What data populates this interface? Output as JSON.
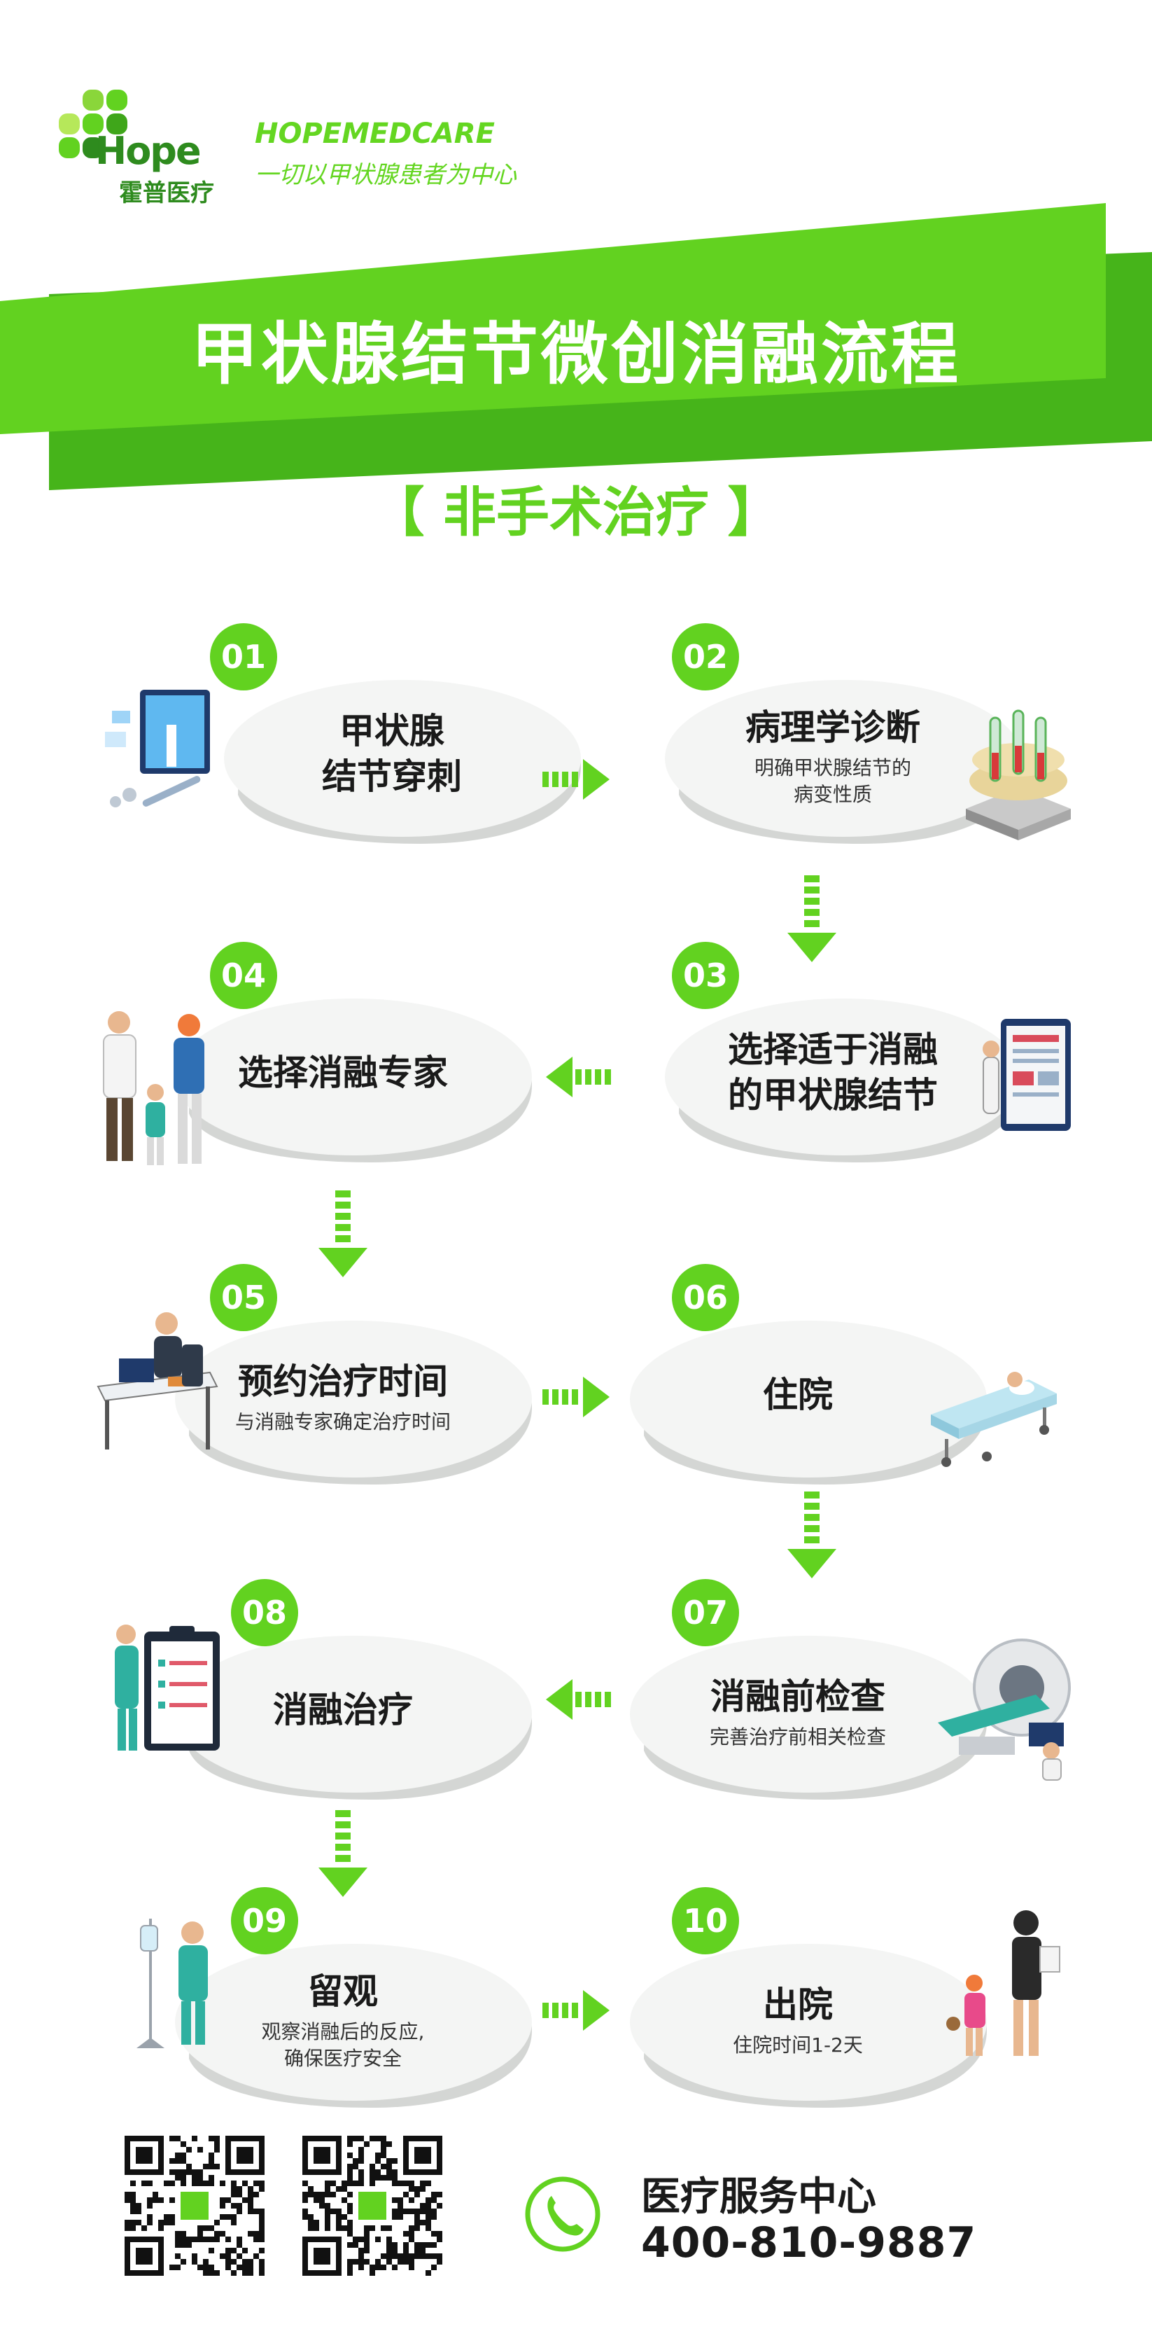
{
  "brand": {
    "logo_word": "Hope",
    "logo_cn": "霍普医疗",
    "name_en": "HOPEMEDCARE",
    "slogan": "一切以甲状腺患者为中心"
  },
  "banner": {
    "title": "甲状腺结节微创消融流程",
    "subtitle": "【 非手术治疗 】"
  },
  "colors": {
    "accent": "#62d220",
    "accent_dark": "#46b41a",
    "oval": "#f2f3f2",
    "oval_shadow": "#d4d6d4",
    "text": "#1a1a1a"
  },
  "steps": [
    {
      "num": "01",
      "title": "甲状腺\n结节穿刺",
      "sub": "",
      "icon": "monitor-syringe-icon"
    },
    {
      "num": "02",
      "title": "病理学诊断",
      "sub": "明确甲状腺结节的\n病变性质",
      "icon": "test-tube-rack-icon"
    },
    {
      "num": "03",
      "title": "选择适于消融\n的甲状腺结节",
      "sub": "",
      "icon": "tablet-report-icon"
    },
    {
      "num": "04",
      "title": "选择消融专家",
      "sub": "",
      "icon": "doctor-family-icon"
    },
    {
      "num": "05",
      "title": "预约治疗时间",
      "sub": "与消融专家确定治疗时间",
      "icon": "doctor-desk-icon"
    },
    {
      "num": "06",
      "title": "住院",
      "sub": "",
      "icon": "hospital-bed-icon"
    },
    {
      "num": "07",
      "title": "消融前检查",
      "sub": "完善治疗前相关检查",
      "icon": "ct-scanner-icon"
    },
    {
      "num": "08",
      "title": "消融治疗",
      "sub": "",
      "icon": "clipboard-nurse-icon"
    },
    {
      "num": "09",
      "title": "留观",
      "sub": "观察消融后的反应,\n确保医疗安全",
      "icon": "iv-drip-doctor-icon"
    },
    {
      "num": "10",
      "title": "出院",
      "sub": "住院时间1-2天",
      "icon": "walking-family-icon"
    }
  ],
  "footer": {
    "service_label": "医疗服务中心",
    "phone": "400-810-9887",
    "qr_icons": [
      "qr-code-icon",
      "qr-code-icon"
    ],
    "phone_icon": "phone-icon"
  }
}
